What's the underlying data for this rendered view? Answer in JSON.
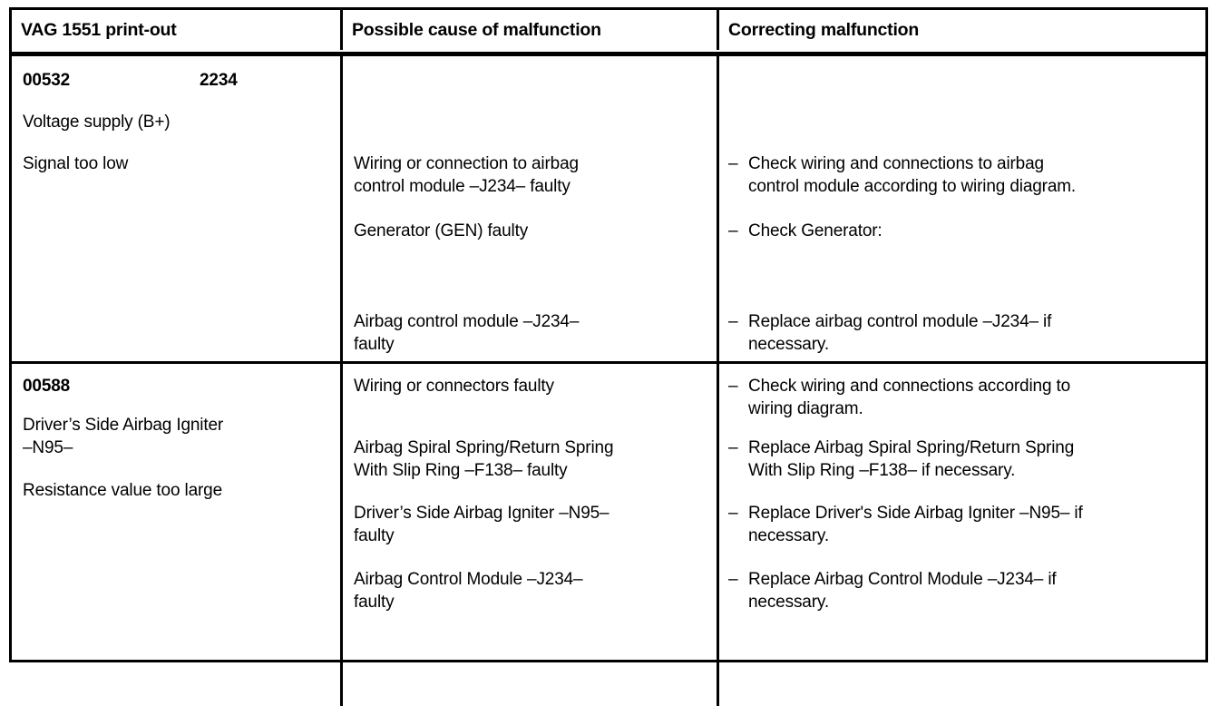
{
  "table": {
    "headers": [
      "VAG 1551 print-out",
      "Possible cause of malfunction",
      "Correcting malfunction"
    ],
    "rows": [
      {
        "printout": {
          "code": "00532",
          "code2": "2234",
          "description": "Voltage supply (B+)",
          "condition": "Signal too low"
        },
        "causes": [
          "Wiring or connection to airbag\ncontrol module –J234– faulty",
          "Generator (GEN) faulty",
          "Airbag control module –J234–\nfaulty"
        ],
        "corrections": [
          {
            "dash": "–",
            "text": "Check wiring and connections to airbag\ncontrol module according to wiring diagram."
          },
          {
            "dash": "–",
            "text": "Check Generator:"
          },
          {
            "dash": "–",
            "text": "Replace airbag control module –J234– if\nnecessary."
          }
        ]
      },
      {
        "printout": {
          "code": "00588",
          "code2": "",
          "description": "Driver’s Side Airbag Igniter\n–N95–",
          "condition": "Resistance value too large"
        },
        "causes": [
          "Wiring or connectors faulty",
          "Airbag Spiral Spring/Return Spring\nWith Slip Ring –F138– faulty",
          "Driver’s Side Airbag Igniter –N95–\nfaulty",
          "Airbag Control Module –J234–\nfaulty"
        ],
        "corrections": [
          {
            "dash": "–",
            "text": "Check wiring and connections according to\nwiring diagram."
          },
          {
            "dash": "–",
            "text": "Replace Airbag Spiral Spring/Return Spring\nWith Slip Ring –F138– if necessary."
          },
          {
            "dash": "–",
            "text": "Replace Driver's Side Airbag Igniter –N95– if\nnecessary."
          },
          {
            "dash": "–",
            "text": "Replace Airbag Control Module –J234– if\nnecessary."
          }
        ]
      }
    ]
  },
  "colors": {
    "ink": "#000000",
    "paper": "#ffffff"
  }
}
